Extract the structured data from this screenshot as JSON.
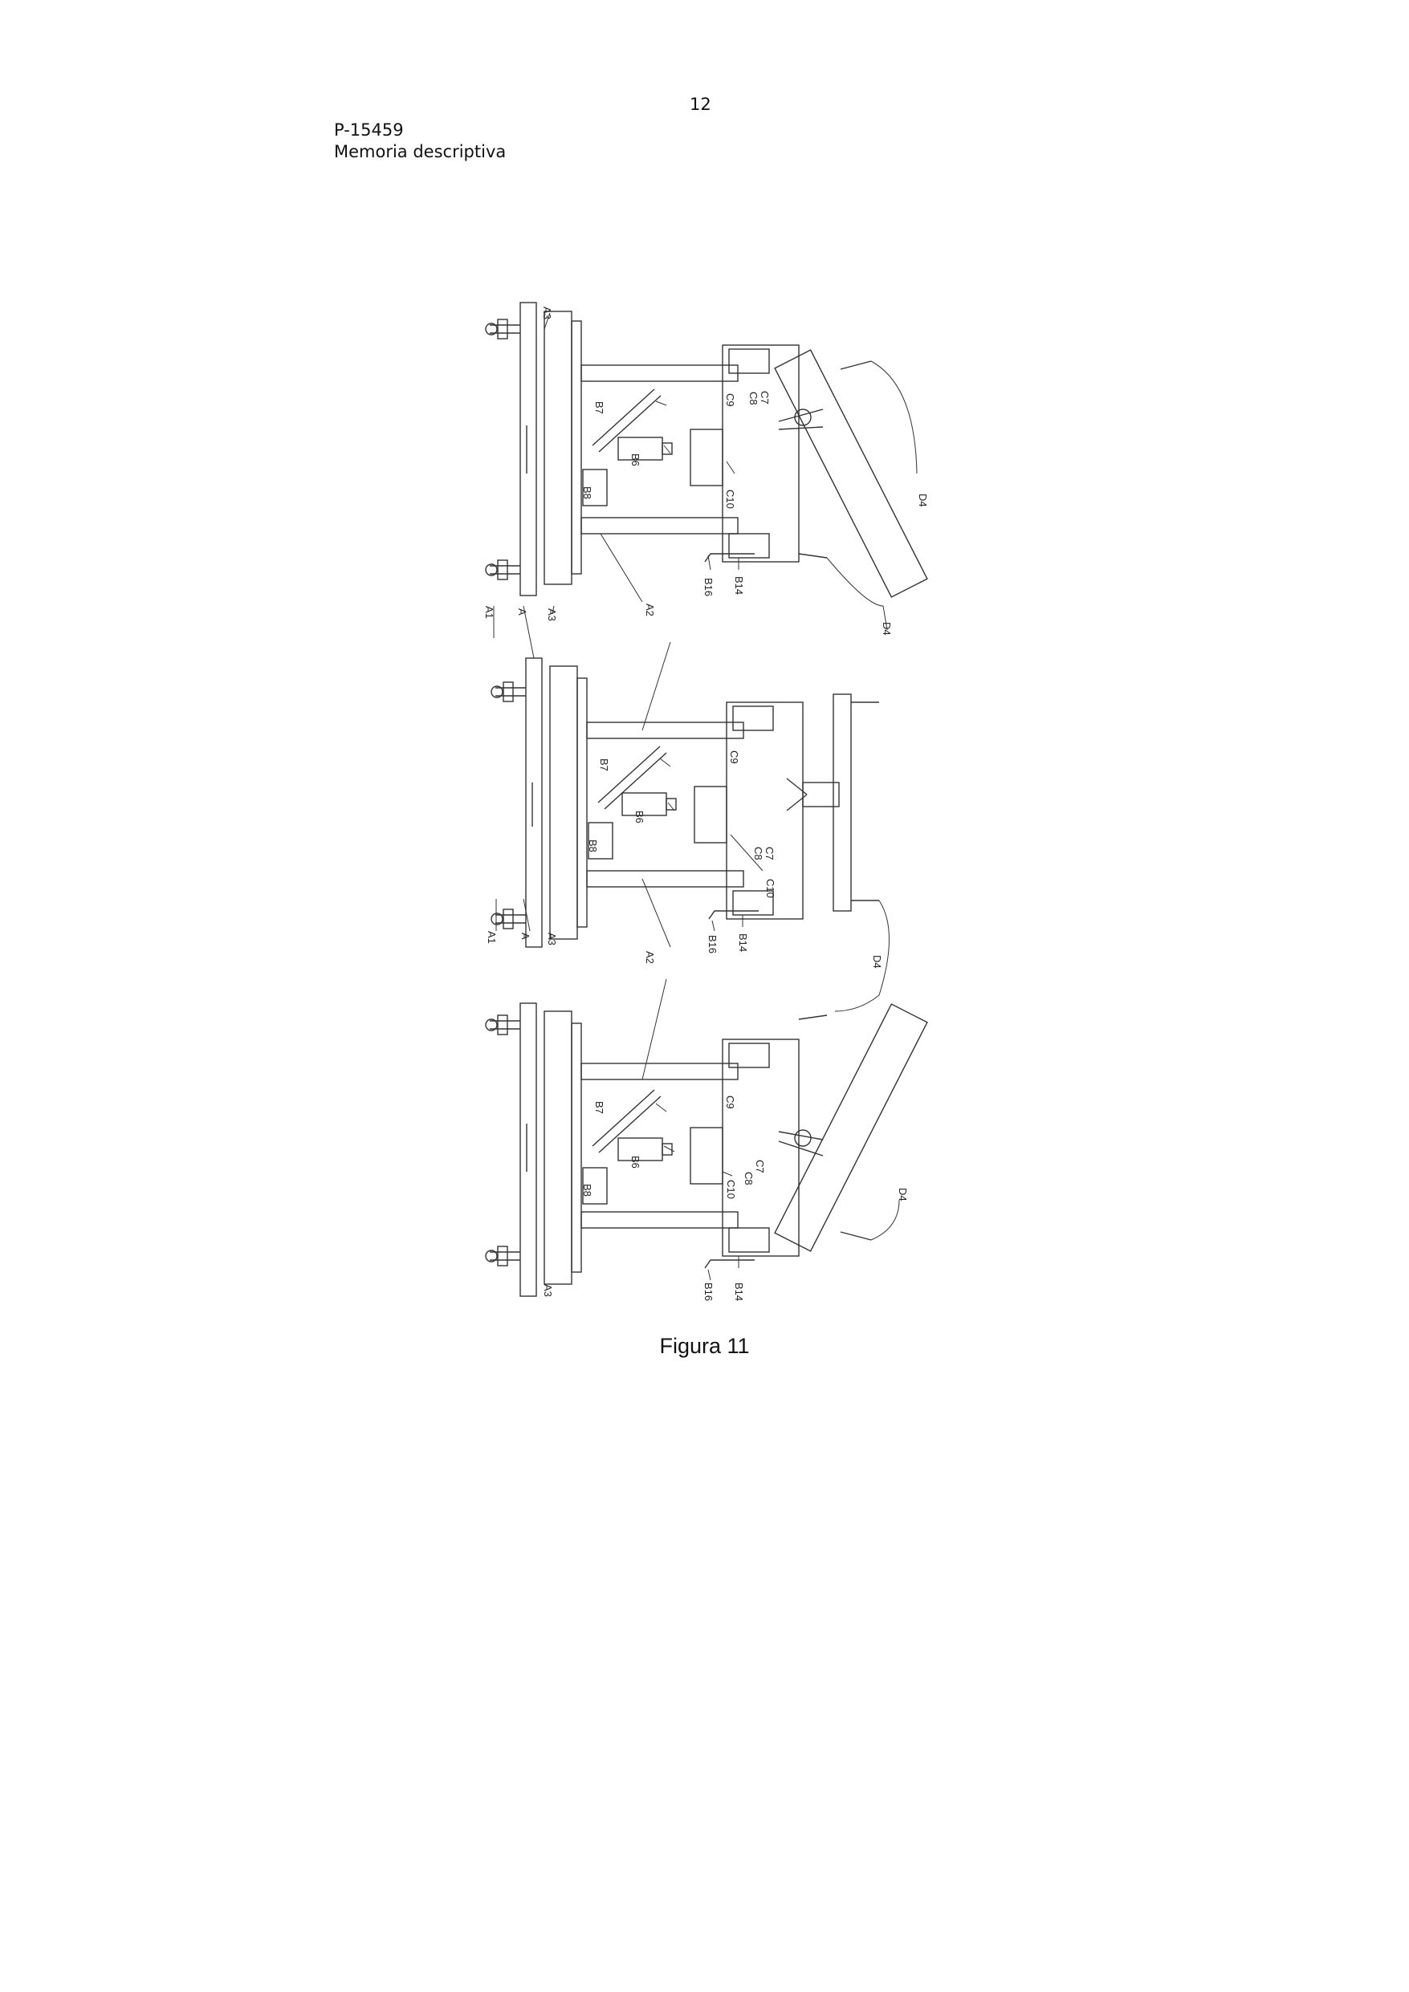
{
  "page": {
    "number": "12",
    "reference": "P-15459",
    "doc_type": "Memoria descriptiva"
  },
  "figure": {
    "caption": "Figura 11",
    "part_labels": [
      "A",
      "A1",
      "A2",
      "A3",
      "B6",
      "B7",
      "B8",
      "B14",
      "B16",
      "C7",
      "C8",
      "C9",
      "C10",
      "D4"
    ]
  }
}
